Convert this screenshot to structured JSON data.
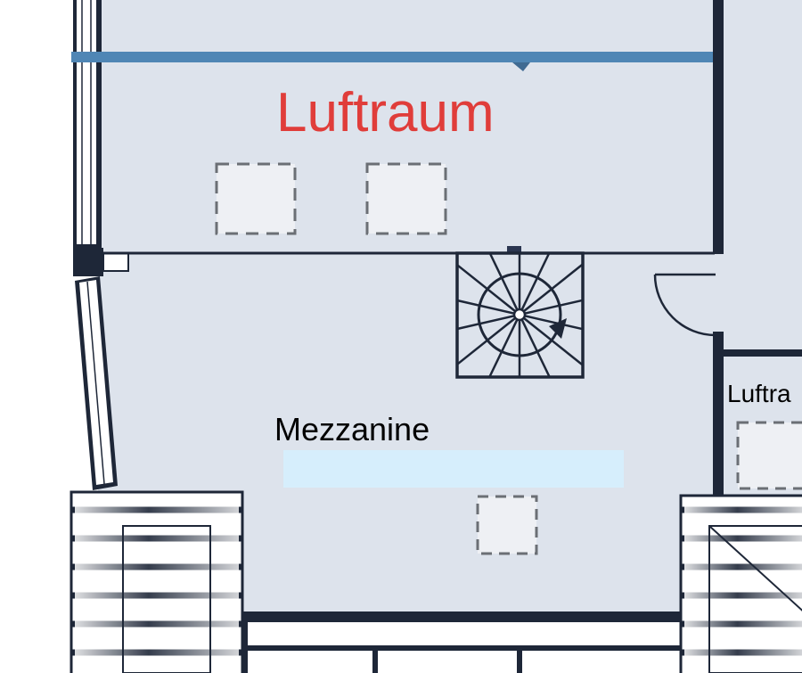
{
  "labels": {
    "void_upper": "Luftraum",
    "mezzanine": "Mezzanine",
    "void_right": "Luftra"
  },
  "colors": {
    "floor": "#dde3ec",
    "wall": "#1e2738",
    "void_label": "#e03d3a",
    "beam": "#4f86b5",
    "skylight_fill": "#eef0f4",
    "skylight_stroke": "#6b6f75",
    "highlight_bar": "#d6eefc"
  },
  "icons": {
    "stair": "spiral-staircase-icon",
    "door": "door-swing-icon",
    "arrow": "stair-direction-arrow-icon"
  }
}
